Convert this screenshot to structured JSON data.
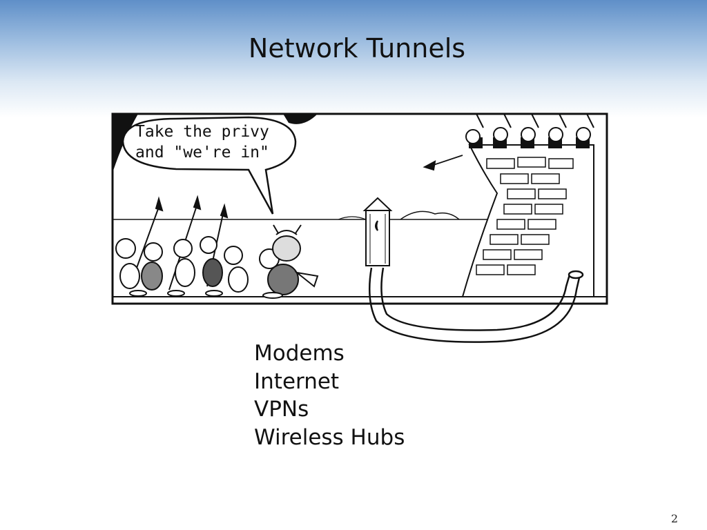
{
  "slide": {
    "title": "Network Tunnels",
    "page_number": "2"
  },
  "cartoon": {
    "speech_bubble": {
      "line1": "Take the privy",
      "line2": "and \"we're in\""
    },
    "elements": [
      "viking-raiders",
      "spears",
      "outhouse",
      "castle-tower",
      "archers",
      "tunnel"
    ]
  },
  "bullets": [
    "Modems",
    "Internet",
    "VPNs",
    "Wireless Hubs"
  ]
}
